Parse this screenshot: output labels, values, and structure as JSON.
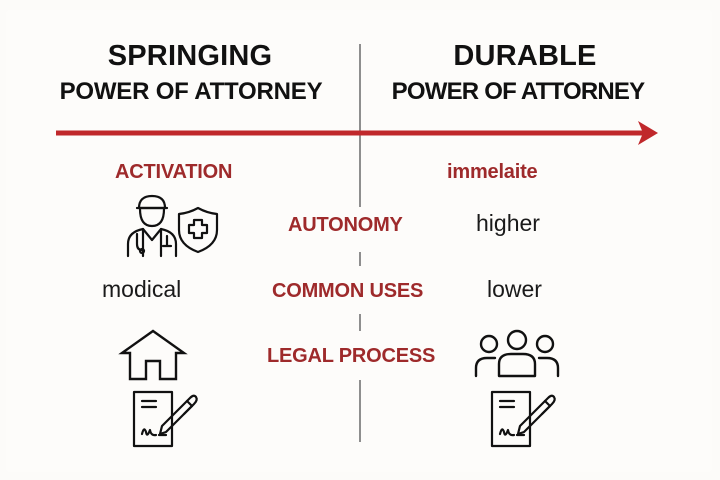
{
  "left_header": {
    "title": "SPRINGING",
    "subtitle": "POWER OF ATTORNEY"
  },
  "right_header": {
    "title": "DURABLE",
    "subtitle": "POWER OF ATTORNEY"
  },
  "arrow": {
    "color": "#c0282b",
    "direction": "right"
  },
  "criteria": [
    {
      "label": "ACTIVATION"
    },
    {
      "label": "AUTONOMY"
    },
    {
      "label": "COMMON USES"
    },
    {
      "label": "LEGAL PROCESS"
    }
  ],
  "left_column": {
    "activation_label": "ACTIVATION",
    "icons": [
      "doctor-icon",
      "medical-shield-icon",
      "house-icon",
      "signed-document-icon"
    ],
    "value_text": "modical"
  },
  "right_column": {
    "activation_value": "immelaite",
    "autonomy_value": "higher",
    "common_uses_value": "lower",
    "icons": [
      "group-people-icon",
      "signed-document-icon"
    ]
  },
  "colors": {
    "accent_red": "#9e2a2b",
    "arrow_red": "#c0282b",
    "text": "#111111",
    "divider": "#8e8e8e",
    "background": "#fcfbf9"
  }
}
